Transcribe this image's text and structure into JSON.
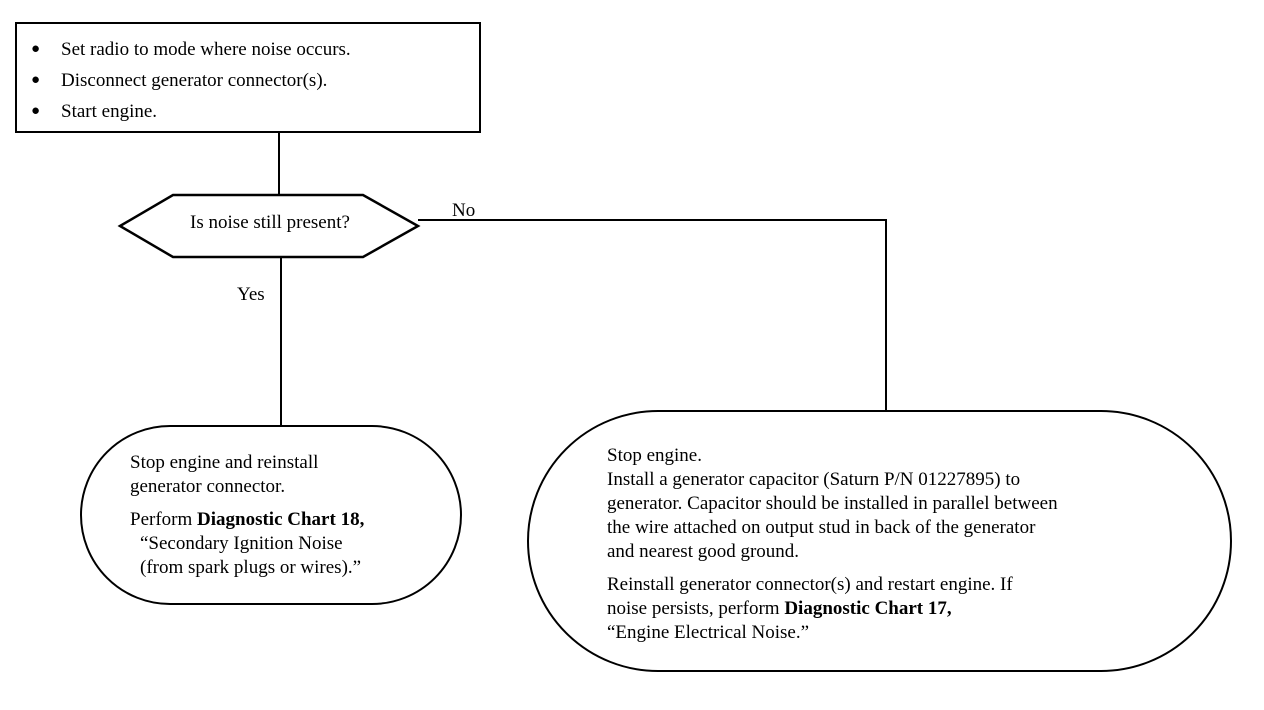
{
  "start_box": {
    "bullets": [
      "Set radio to mode where noise occurs.",
      "Disconnect generator connector(s).",
      "Start engine."
    ]
  },
  "decision": {
    "question": "Is noise still present?",
    "yes_label": "Yes",
    "no_label": "No"
  },
  "yes_terminal": {
    "line1": "Stop engine and reinstall",
    "line2": "generator connector.",
    "perform_prefix": "Perform ",
    "perform_bold": "Diagnostic Chart 18,",
    "line4": "“Secondary Ignition Noise",
    "line5": "(from spark plugs or wires).”"
  },
  "no_terminal": {
    "line1": "Stop engine.",
    "line2": "Install a generator capacitor (Saturn P/N 01227895) to",
    "line3": "generator. Capacitor should be installed in parallel between",
    "line4": "the wire attached on output stud in back of the generator",
    "line5": "and nearest good ground.",
    "line6": "Reinstall generator connector(s) and restart engine. If",
    "line7_prefix": "noise persists, perform ",
    "line7_bold": "Diagnostic Chart 17,",
    "line8": "“Engine Electrical Noise.”"
  }
}
